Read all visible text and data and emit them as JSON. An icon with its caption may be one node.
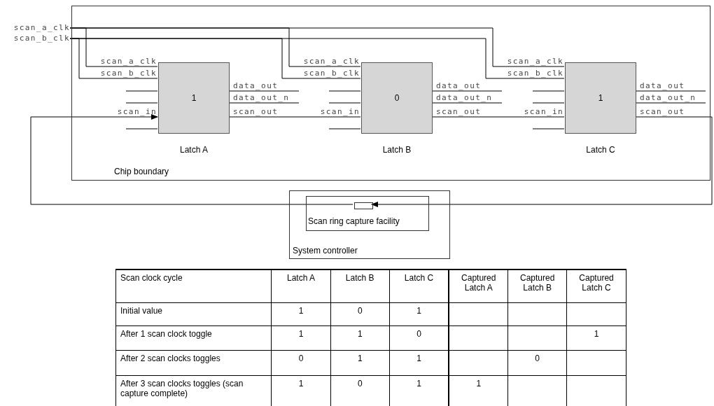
{
  "diagram": {
    "nodes": [
      {
        "text": [
          "scan_a_clk"
        ]
      },
      {
        "text": [
          "scan_b_clk"
        ]
      },
      {
        "text": [
          "Chip boundary"
        ]
      },
      {
        "text": [
          "1"
        ],
        "in": 2,
        "beside": [
          "scan_a_clk",
          "scan_b_clk",
          "data_out",
          "data_out_n",
          "scan_in",
          "scan_out",
          "Latch A"
        ]
      },
      {
        "text": [
          "0"
        ],
        "in": 2,
        "beside": [
          "scan_a_clk",
          "scan_b_clk",
          "data_out",
          "data_out_n",
          "scan_in",
          "scan_out",
          "Latch B"
        ]
      },
      {
        "text": [
          "1"
        ],
        "in": 2,
        "beside": [
          "scan_a_clk",
          "scan_b_clk",
          "data_out",
          "data_out_n",
          "scan_in",
          "scan_out",
          "Latch C"
        ]
      },
      {
        "text": [
          "System controller"
        ]
      },
      {
        "text": [
          "Scan ring capture facility"
        ],
        "in": 6
      },
      {
        "text": [],
        "shape": "box",
        "in": 7
      }
    ],
    "edges": [
      {
        "from": 3,
        "to": 4,
        "arrow": "none"
      },
      {
        "from": 4,
        "to": 5,
        "arrow": "none"
      },
      {
        "from": 5,
        "to": 8,
        "arrow": "to"
      },
      {
        "from": 8,
        "to": 3,
        "arrow": "to"
      },
      {
        "from": 0,
        "to": 3,
        "arrow": "none"
      },
      {
        "from": 0,
        "to": 4,
        "arrow": "none"
      },
      {
        "from": 0,
        "to": 5,
        "arrow": "none"
      },
      {
        "from": 1,
        "to": 3,
        "arrow": "none"
      },
      {
        "from": 1,
        "to": 4,
        "arrow": "none"
      },
      {
        "from": 1,
        "to": 5,
        "arrow": "none"
      }
    ],
    "labels": [
      "Scan clock cycle",
      "Latch A",
      "Latch B",
      "Latch C",
      "Captured Latch A",
      "Captured Latch B",
      "Captured Latch C",
      "Initial value",
      "1",
      "0",
      "1",
      "After 1 scan clock toggle",
      "1",
      "1",
      "0",
      "1",
      "After 2 scan clocks toggles",
      "0",
      "1",
      "1",
      "0",
      "After 3 scan clocks toggles (scan capture complete)",
      "1",
      "0",
      "1",
      "1"
    ]
  }
}
